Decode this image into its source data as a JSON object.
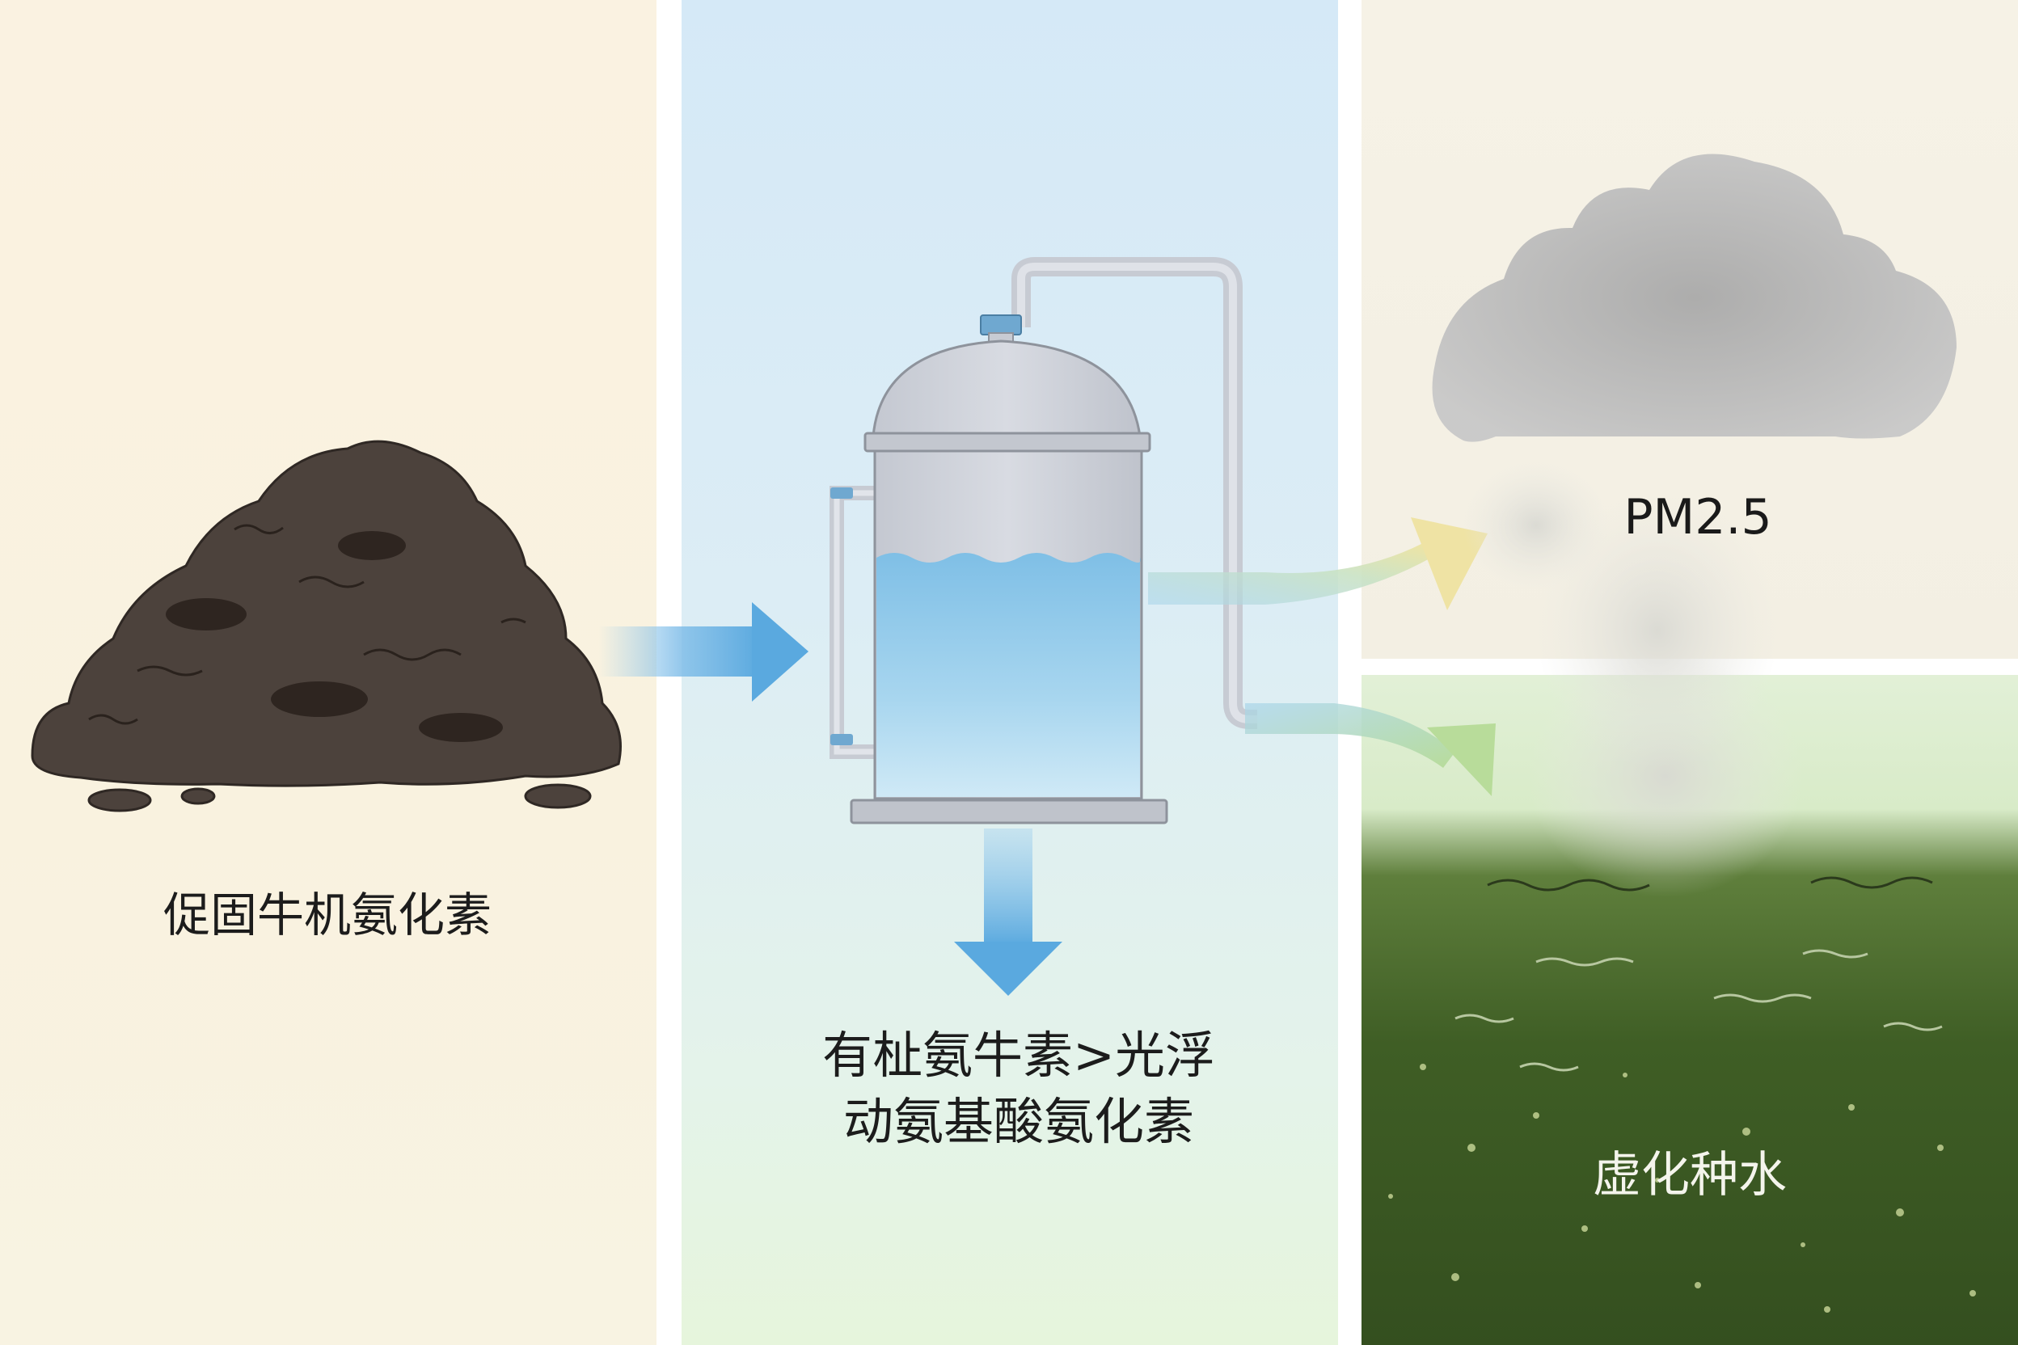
{
  "labels": {
    "source": "促固牛机氨化素",
    "tank_line1": "有杫氨牛素>光浮",
    "tank_line2": "动氨基酸氨化素",
    "emission": "PM2.5",
    "water": "虚化种水"
  },
  "colors": {
    "left_panel": "#faf2e1",
    "mid_panel": "#d5e9f7",
    "right_top_panel": "#f6f2e6",
    "right_bottom_water": "#3f5e25",
    "arrow_blue": "#6bb3e3",
    "compost": "#4d433d",
    "cloud": "#b9b9b9",
    "tank_metal": "#c9ccd3",
    "tank_liquid": "#7fbfe4"
  },
  "icons": [
    "compost-pile-icon",
    "tank-icon",
    "cloud-icon",
    "water-surface-icon"
  ]
}
